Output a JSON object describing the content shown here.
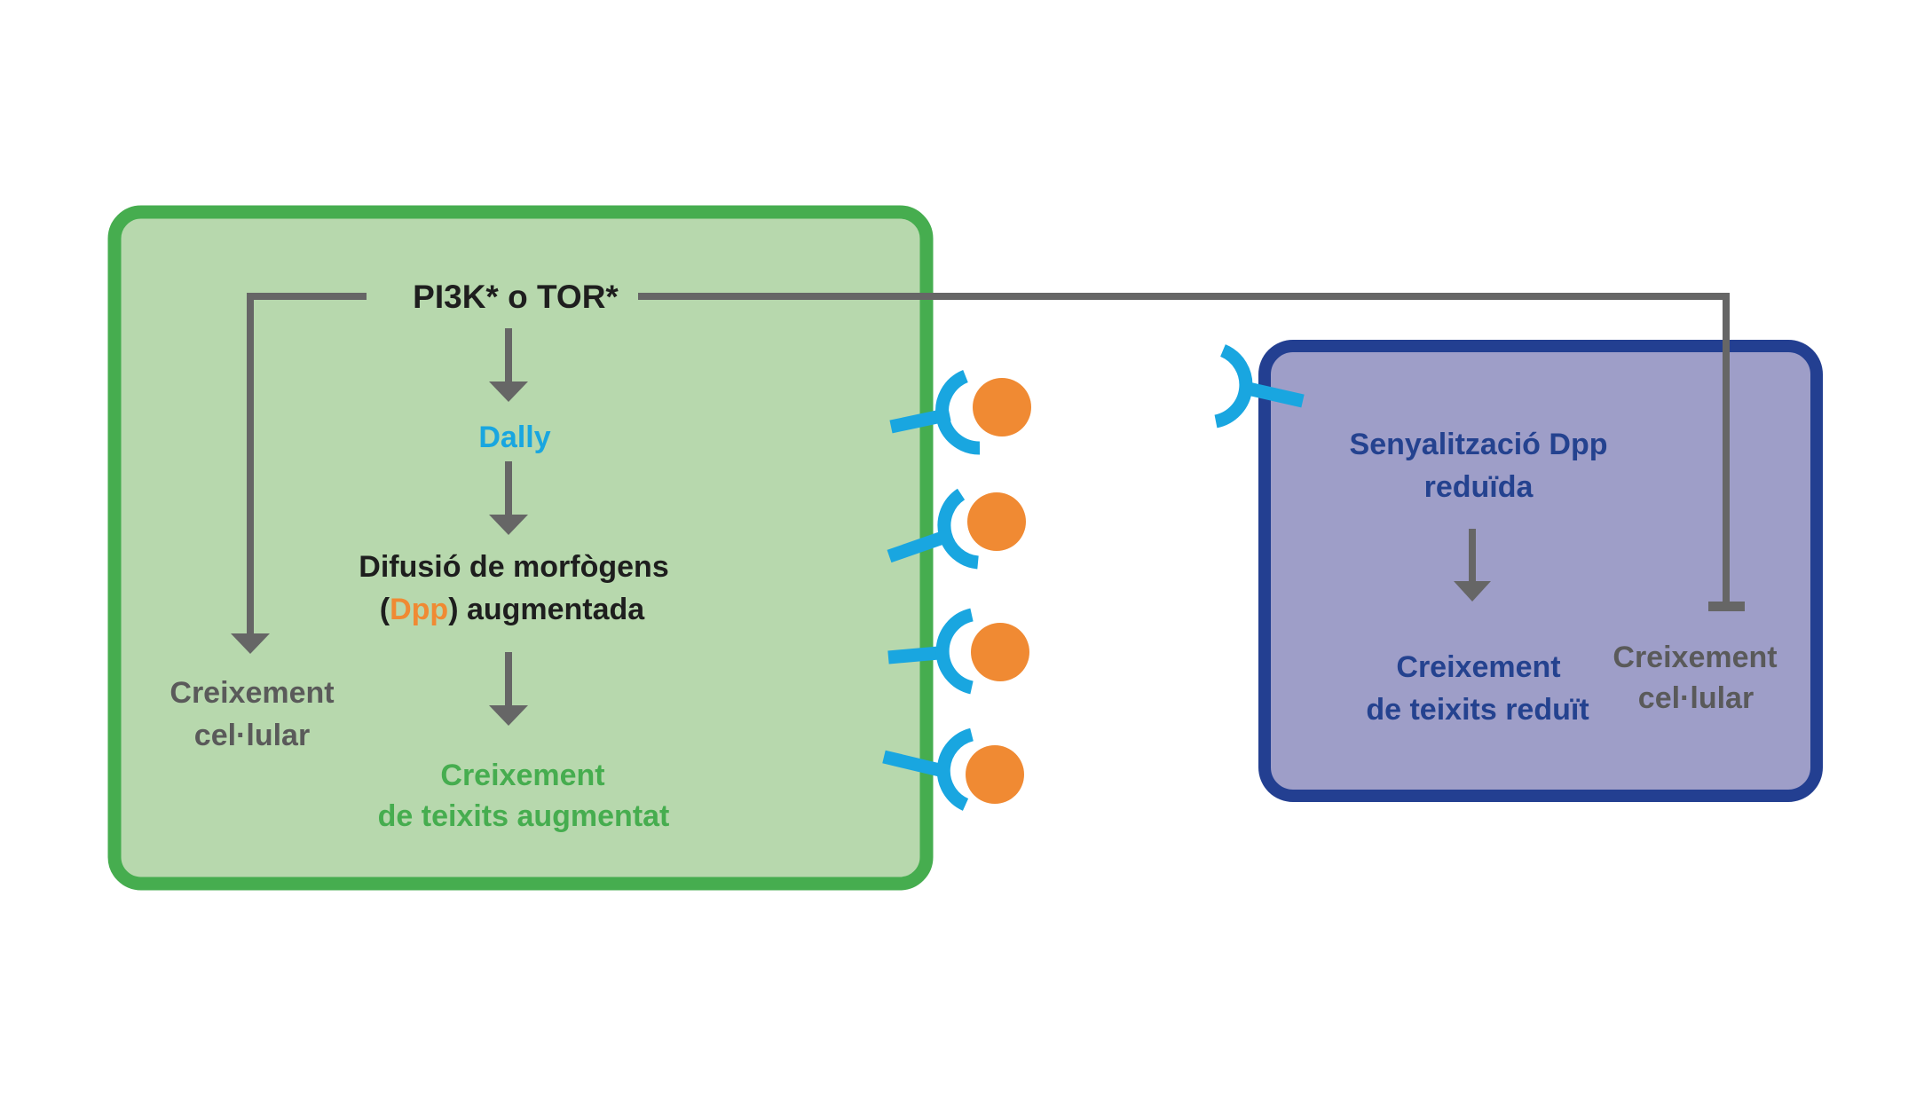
{
  "diagram": {
    "colors": {
      "green_cell_fill": "#b7d8ad",
      "green_cell_border": "#46ad4f",
      "blue_cell_fill": "#9e9ec8",
      "blue_cell_border": "#233f91",
      "arrow_gray": "#666666",
      "receptor_cyan": "#19a6e0",
      "ligand_orange": "#f08a33"
    },
    "green_cell": {
      "top_label": "PI3K* o TOR*",
      "dally_label": "Dally",
      "diffusion_line1": "Difusió de morfògens",
      "diffusion_line2_open": "(",
      "diffusion_line2_dpp": "Dpp",
      "diffusion_line2_rest": ") augmentada",
      "cell_growth_line1": "Creixement",
      "cell_growth_line2": "cel·lular",
      "tissue_growth_line1": "Creixement",
      "tissue_growth_line2": "de teixits augmentat"
    },
    "blue_cell": {
      "signaling_line1": "Senyalització Dpp",
      "signaling_line2": "reduïda",
      "tissue_growth_line1": "Creixement",
      "tissue_growth_line2": "de teixits reduït",
      "cell_growth_line1": "Creixement",
      "cell_growth_line2": "cel·lular"
    },
    "relations": [
      {
        "from": "PI3K* o TOR*",
        "to": "Dally",
        "type": "activates"
      },
      {
        "from": "Dally",
        "to": "Difusió de morfògens (Dpp) augmentada",
        "type": "activates"
      },
      {
        "from": "Difusió de morfògens (Dpp) augmentada",
        "to": "Creixement de teixits augmentat",
        "type": "activates"
      },
      {
        "from": "PI3K* o TOR*",
        "to": "Creixement cel·lular (green cell)",
        "type": "activates"
      },
      {
        "from": "PI3K* o TOR*",
        "to": "Creixement cel·lular (blue cell)",
        "type": "inhibits"
      },
      {
        "from": "Senyalització Dpp reduïda",
        "to": "Creixement de teixits reduït",
        "type": "activates"
      }
    ],
    "receptor_ligand_pairs_on_green_cell": 4,
    "receptors_on_blue_cell": 1
  }
}
